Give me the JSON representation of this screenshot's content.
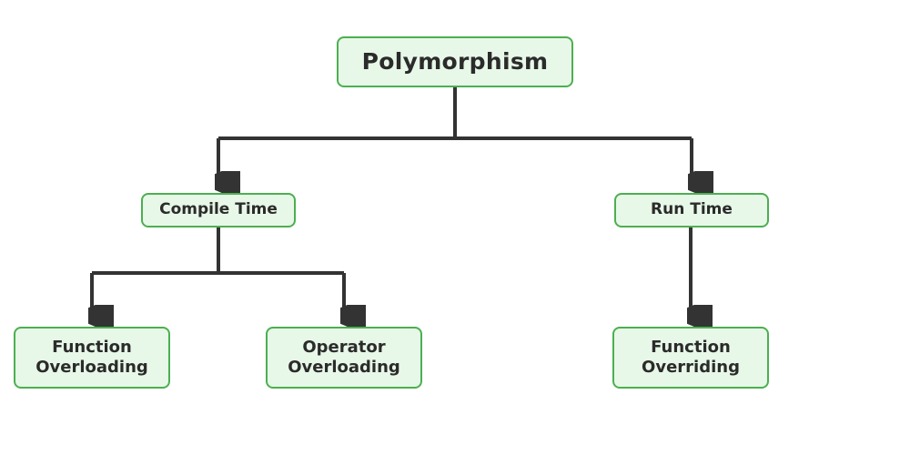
{
  "diagram": {
    "title": "Polymorphism",
    "type": "tree",
    "colors": {
      "node_fill": "#e8f8e8",
      "node_border": "#4caf50",
      "connector": "#333333",
      "text": "#2b2b2b",
      "background": "#ffffff"
    },
    "nodes": [
      {
        "id": "root",
        "label": "Polymorphism",
        "level": 0
      },
      {
        "id": "compile",
        "label": "Compile Time",
        "level": 1
      },
      {
        "id": "runtime",
        "label": "Run Time",
        "level": 1
      },
      {
        "id": "func_overloading",
        "label": "Function\nOverloading",
        "level": 2
      },
      {
        "id": "op_overloading",
        "label": "Operator\nOverloading",
        "level": 2
      },
      {
        "id": "func_overriding",
        "label": "Function\nOverriding",
        "level": 2
      }
    ],
    "edges": [
      {
        "from": "root",
        "to": "compile"
      },
      {
        "from": "root",
        "to": "runtime"
      },
      {
        "from": "compile",
        "to": "func_overloading"
      },
      {
        "from": "compile",
        "to": "op_overloading"
      },
      {
        "from": "runtime",
        "to": "func_overriding"
      }
    ]
  }
}
